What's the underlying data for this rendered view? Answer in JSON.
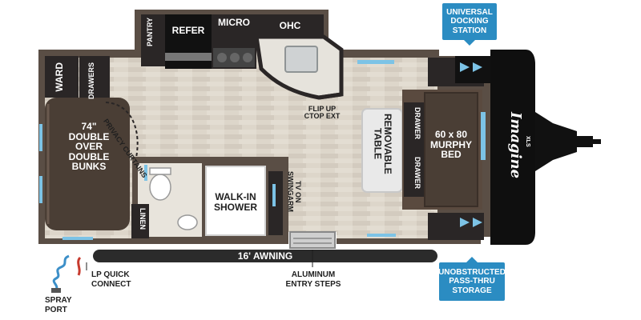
{
  "labels": {
    "pantry": "PANTRY",
    "refer": "REFER",
    "micro": "MICRO",
    "ohc": "OHC",
    "ward": "WARD",
    "drawers": "DRAWERS",
    "privacy_curtains": "PRIVACY CURTAINS",
    "bunks": "74\"\nDOUBLE\nOVER\nDOUBLE\nBUNKS",
    "linen": "LINEN",
    "walk_in_shower": "WALK-IN\nSHOWER",
    "tv_swingarm": "TV ON\nSWINGARM",
    "flip_up_ctop": "FLIP UP\nCTOP EXT",
    "removable_table": "REMOVABLE\nTABLE",
    "drawer_top": "DRAWER",
    "drawer_bottom": "DRAWER",
    "murphy_bed": "60 x 80\nMURPHY\nBED",
    "awning": "16' AWNING",
    "lp_quick_connect": "LP QUICK\nCONNECT",
    "spray_port": "SPRAY\nPORT",
    "aluminum_entry_steps": "ALUMINUM\nENTRY STEPS",
    "universal_docking_station": "UNIVERSAL\nDOCKING\nSTATION",
    "unobstructed_pass_thru_storage": "UNOBSTRUCTED\nPASS-THRU\nSTORAGE"
  },
  "logo": {
    "brand": "Imagine",
    "model": "XLS"
  },
  "colors": {
    "wall": "#5a4e45",
    "floor": "#ddd6ca",
    "cabinet": "#2a2626",
    "bed": "#4a3e35",
    "accent": "#2b8cc2",
    "window": "#7cc3e6",
    "countertop": "#e6e3dc"
  }
}
